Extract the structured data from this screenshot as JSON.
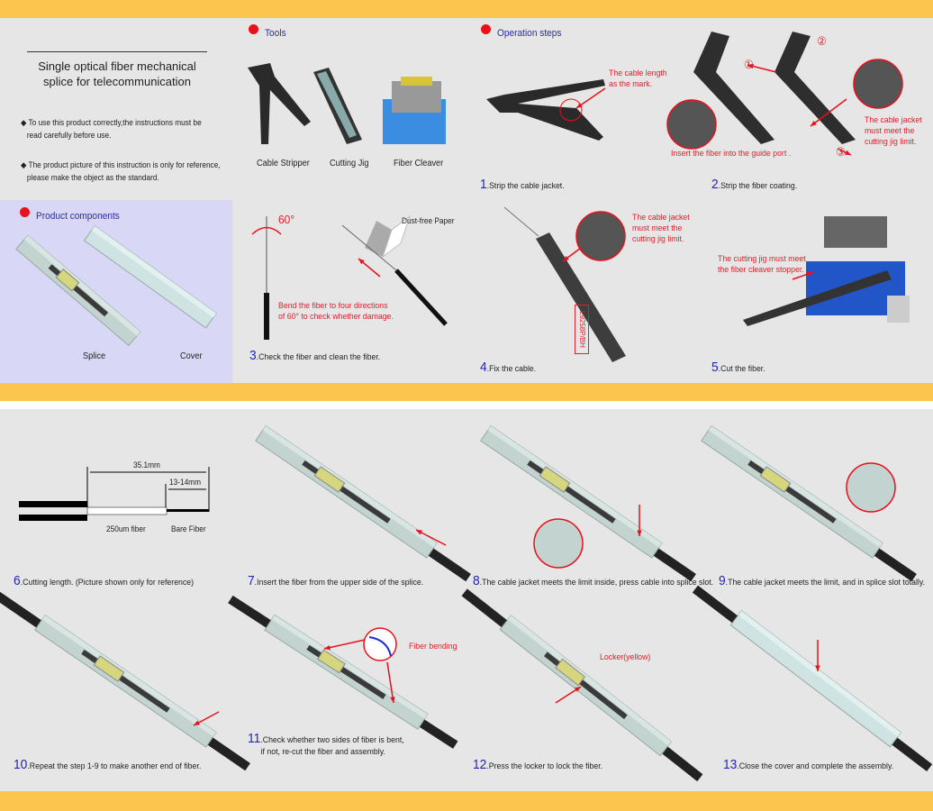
{
  "intro": {
    "title_line1": "Single optical fiber mechanical",
    "title_line2": "splice for telecommunication",
    "bullets": [
      {
        "line1": "To use this product correctly,the instructions must be",
        "line2": "read carefully before use."
      },
      {
        "line1": "The product picture of this instruction is only for reference,",
        "line2": "please make the object as the standard."
      }
    ]
  },
  "tools": {
    "heading": "Tools",
    "items": [
      "Cable Stripper",
      "Cutting Jig",
      "Fiber Cleaver"
    ]
  },
  "components": {
    "heading": "Product components",
    "items": [
      "Splice",
      "Cover"
    ]
  },
  "operation": {
    "heading": "Operation steps"
  },
  "steps": [
    {
      "num": "1",
      "text": "Strip the cable jacket."
    },
    {
      "num": "2",
      "text": "Strip the fiber coating."
    },
    {
      "num": "3",
      "text": "Check the fiber and clean the fiber."
    },
    {
      "num": "4",
      "text": "Fix the cable."
    },
    {
      "num": "5",
      "text": "Cut the fiber."
    },
    {
      "num": "6",
      "text": "Cutting length. (Picture shown only for reference)"
    },
    {
      "num": "7",
      "text": "Insert the fiber from the upper side of the splice."
    },
    {
      "num": "8",
      "text": "The cable jacket meets the limit inside, press cable into splice slot."
    },
    {
      "num": "9",
      "text": "The cable jacket meets the limit, and in splice slot totally."
    },
    {
      "num": "10",
      "text": "Repeat the step 1-9 to make another end of fiber."
    },
    {
      "num": "11",
      "text": "Check whether two sides of fiber is bent,",
      "text2": "if not, re-cut the fiber and assembly."
    },
    {
      "num": "12",
      "text": "Press the locker to lock the fiber."
    },
    {
      "num": "13",
      "text": "Close the cover and complete the assembly."
    }
  ],
  "annotations": {
    "cable_length_1": "The cable length",
    "cable_length_2": "as the mark.",
    "guide_port": "Insert the fiber into the guide port .",
    "circle1": "①",
    "circle2": "②",
    "circle3": "③",
    "jacket_limit_1": "The cable jacket",
    "jacket_limit_2": "must meet the",
    "jacket_limit_3": "cutting jig limit.",
    "angle": "60°",
    "dust_free": "Dust-free Paper",
    "bend_1": "Bend the fiber to four directions",
    "bend_2": "of 60° to check whether damage.",
    "jig_label": "L9258P/BH",
    "stopper_1": "The cutting jig must meet",
    "stopper_2": "the fiber cleaver stopper.",
    "dim_total": "35.1mm",
    "dim_bare": "13-14mm",
    "fiber_250": "250um fiber",
    "bare_fiber": "Bare Fiber",
    "fiber_bending": "Fiber bending",
    "locker": "Locker(yellow)"
  },
  "colors": {
    "band": "#fcc64e",
    "accent_red": "#e8101a",
    "step_blue": "#2424b8",
    "components_bg": "#d8d8f6"
  }
}
